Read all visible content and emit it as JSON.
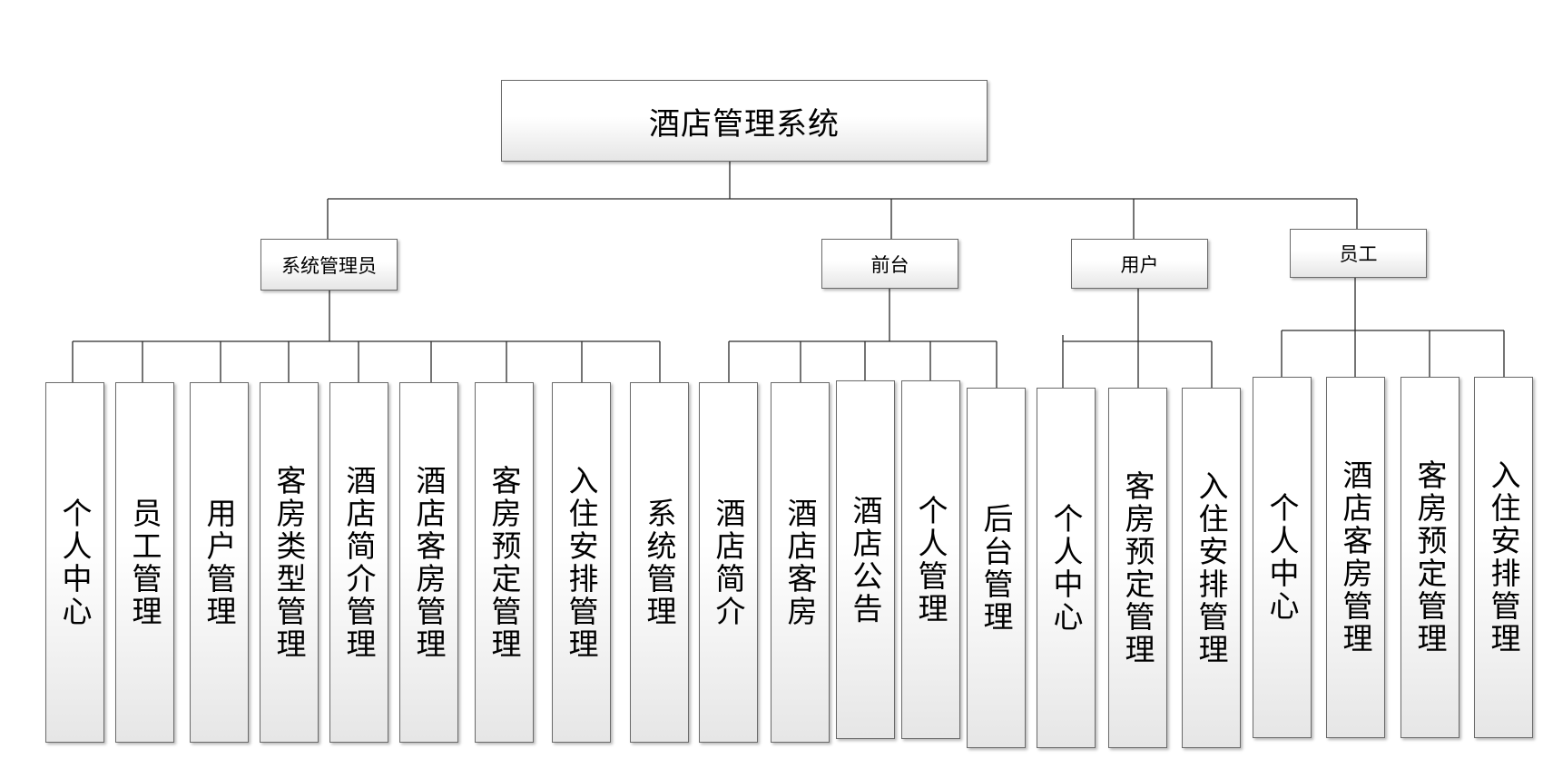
{
  "root": {
    "label": "酒店管理系统"
  },
  "roles": [
    {
      "key": "admin",
      "label": "系统管理员",
      "children": [
        "个人中心",
        "员工管理",
        "用户管理",
        "客房类型管理",
        "酒店简介管理",
        "酒店客房管理",
        "客房预定管理",
        "入住安排管理",
        "系统管理"
      ]
    },
    {
      "key": "frontdesk",
      "label": "前台",
      "children": [
        "酒店简介",
        "酒店客房",
        "酒店公告",
        "个人管理",
        "后台管理"
      ]
    },
    {
      "key": "user",
      "label": "用户",
      "children": [
        "个人中心",
        "客房预定管理",
        "入住安排管理"
      ]
    },
    {
      "key": "staff",
      "label": "员工",
      "children": [
        "个人中心",
        "酒店客房管理",
        "客房预定管理",
        "入住安排管理"
      ]
    }
  ]
}
